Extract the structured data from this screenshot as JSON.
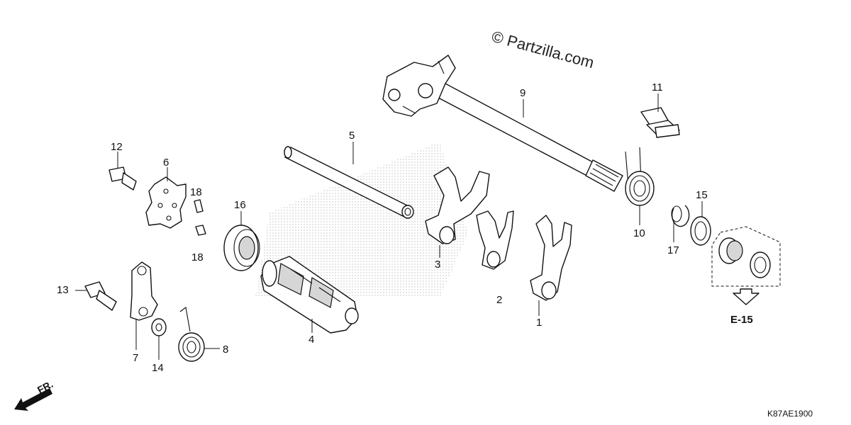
{
  "watermark": "© Partzilla.com",
  "diagram_code": "K87AE1900",
  "reference": "E-15",
  "front_indicator": "FR.",
  "callouts": {
    "c1": "1",
    "c2": "2",
    "c3": "3",
    "c4": "4",
    "c5": "5",
    "c6": "6",
    "c7": "7",
    "c8": "8",
    "c9": "9",
    "c10": "10",
    "c11": "11",
    "c12": "12",
    "c13": "13",
    "c14": "14",
    "c15": "15",
    "c16": "16",
    "c17": "17",
    "c18a": "18",
    "c18b": "18"
  }
}
